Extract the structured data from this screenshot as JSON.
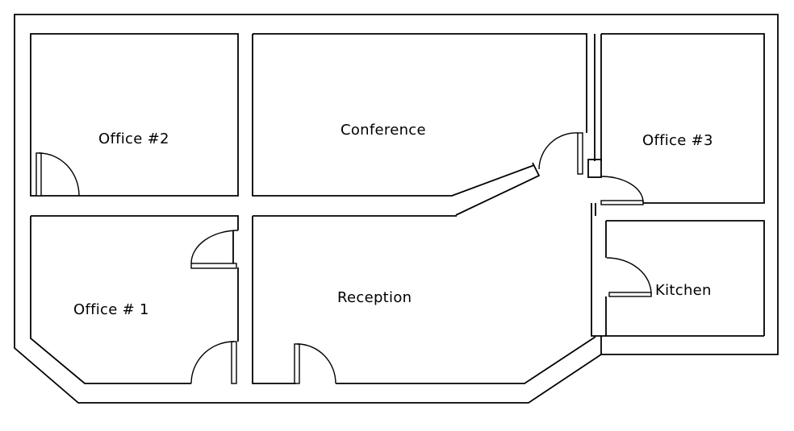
{
  "rooms": {
    "office2": "Office #2",
    "conference": "Conference",
    "office3": "Office #3",
    "office1": "Office # 1",
    "reception": "Reception",
    "kitchen": "Kitchen"
  },
  "colors": {
    "line": "#000000",
    "background": "#ffffff",
    "text": "#000000"
  }
}
